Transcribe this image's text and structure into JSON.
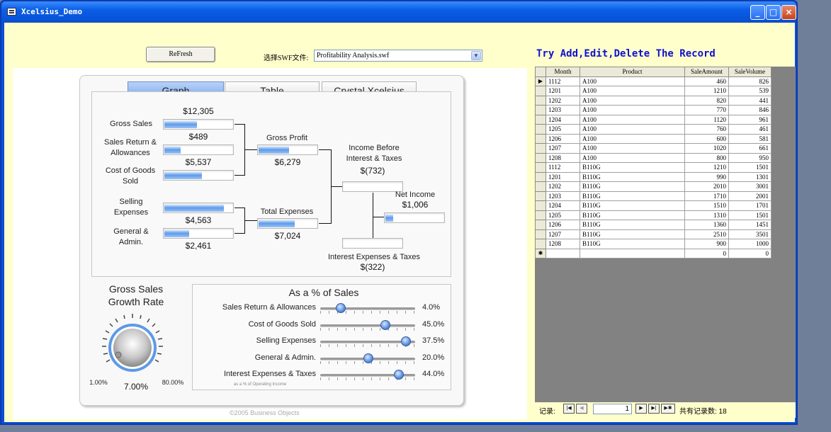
{
  "window": {
    "title": "Xcelsius_Demo",
    "minimize_label": "_",
    "maximize_label": "□",
    "close_label": "×"
  },
  "toolbar": {
    "refresh_label": "ReFresh",
    "swf_label": "选择SWF文件:",
    "swf_value": "Profitability Analysis.swf",
    "dropdown_arrow": "▼"
  },
  "dashboard": {
    "tabs": [
      "Graph",
      "Table",
      "Crystal Xcelsius"
    ],
    "active_tab": "Graph",
    "items": {
      "gross_sales": {
        "label": "Gross Sales",
        "value": "$12,305",
        "fill": 0.48
      },
      "sales_return": {
        "label": "Sales Return & Allowances",
        "value": "$489",
        "fill": 0.24
      },
      "cogs": {
        "label": "Cost of Goods Sold",
        "value": "$5,537",
        "fill": 0.55
      },
      "selling": {
        "label": "Selling Expenses",
        "value": "$4,563",
        "fill": 0.88
      },
      "general": {
        "label": "General & Admin.",
        "value": "$2,461",
        "fill": 0.36
      },
      "gross_profit": {
        "label": "Gross Profit",
        "value": "$6,279",
        "fill": 0.52
      },
      "total_expenses": {
        "label": "Total Expenses",
        "value": "$7,024",
        "fill": 0.62
      },
      "ebit": {
        "label": "Income Before Interest & Taxes",
        "value": "$(732)",
        "fill": 0.0
      },
      "net_income": {
        "label": "Net Income",
        "value": "$1,006",
        "fill": 0.14
      },
      "interest": {
        "label": "Interest Expenses & Taxes",
        "value": "$(322)",
        "fill": 0.0
      }
    },
    "growth": {
      "title": "Gross Sales Growth Rate",
      "min_label": "1.00%",
      "max_label": "80.00%",
      "value": "7.00%"
    },
    "percent_panel": {
      "title": "As a % of Sales",
      "rows": [
        {
          "label": "Sales Return & Allowances",
          "pct": "4.0%",
          "pos": 0.22
        },
        {
          "label": "Cost of Goods Sold",
          "pct": "45.0%",
          "pos": 0.69
        },
        {
          "label": "Selling Expenses",
          "pct": "37.5%",
          "pos": 0.9
        },
        {
          "label": "General & Admin.",
          "pct": "20.0%",
          "pos": 0.51
        },
        {
          "label": "Interest Expenses & Taxes",
          "pct": "44.0%",
          "pos": 0.83
        }
      ],
      "subnote": "as a % of Operating Income"
    },
    "copyright": "©2005 Business Objects"
  },
  "records": {
    "title": "Try Add,Edit,Delete The Record",
    "columns": [
      "Month",
      "Product",
      "SaleAmount",
      "SaleVolume"
    ],
    "rows": [
      [
        "1112",
        "A100",
        "460",
        "826"
      ],
      [
        "1201",
        "A100",
        "1210",
        "539"
      ],
      [
        "1202",
        "A100",
        "820",
        "441"
      ],
      [
        "1203",
        "A100",
        "770",
        "846"
      ],
      [
        "1204",
        "A100",
        "1120",
        "961"
      ],
      [
        "1205",
        "A100",
        "760",
        "461"
      ],
      [
        "1206",
        "A100",
        "600",
        "581"
      ],
      [
        "1207",
        "A100",
        "1020",
        "661"
      ],
      [
        "1208",
        "A100",
        "800",
        "950"
      ],
      [
        "1112",
        "B110G",
        "1210",
        "1501"
      ],
      [
        "1201",
        "B110G",
        "990",
        "1301"
      ],
      [
        "1202",
        "B110G",
        "2010",
        "3001"
      ],
      [
        "1203",
        "B110G",
        "1710",
        "2001"
      ],
      [
        "1204",
        "B110G",
        "1510",
        "1701"
      ],
      [
        "1205",
        "B110G",
        "1310",
        "1501"
      ],
      [
        "1206",
        "B110G",
        "1360",
        "1451"
      ],
      [
        "1207",
        "B110G",
        "2510",
        "3501"
      ],
      [
        "1208",
        "B110G",
        "900",
        "1000"
      ]
    ],
    "new_row": [
      "",
      "",
      "0",
      "0"
    ],
    "current_marker": "▶",
    "new_marker": "✱",
    "nav": {
      "record_label": "记录:",
      "first": "|◀",
      "prev": "◀",
      "current": "1",
      "next": "▶",
      "last": "▶|",
      "new": "▶✱",
      "total_label": "共有记录数: 18"
    }
  }
}
